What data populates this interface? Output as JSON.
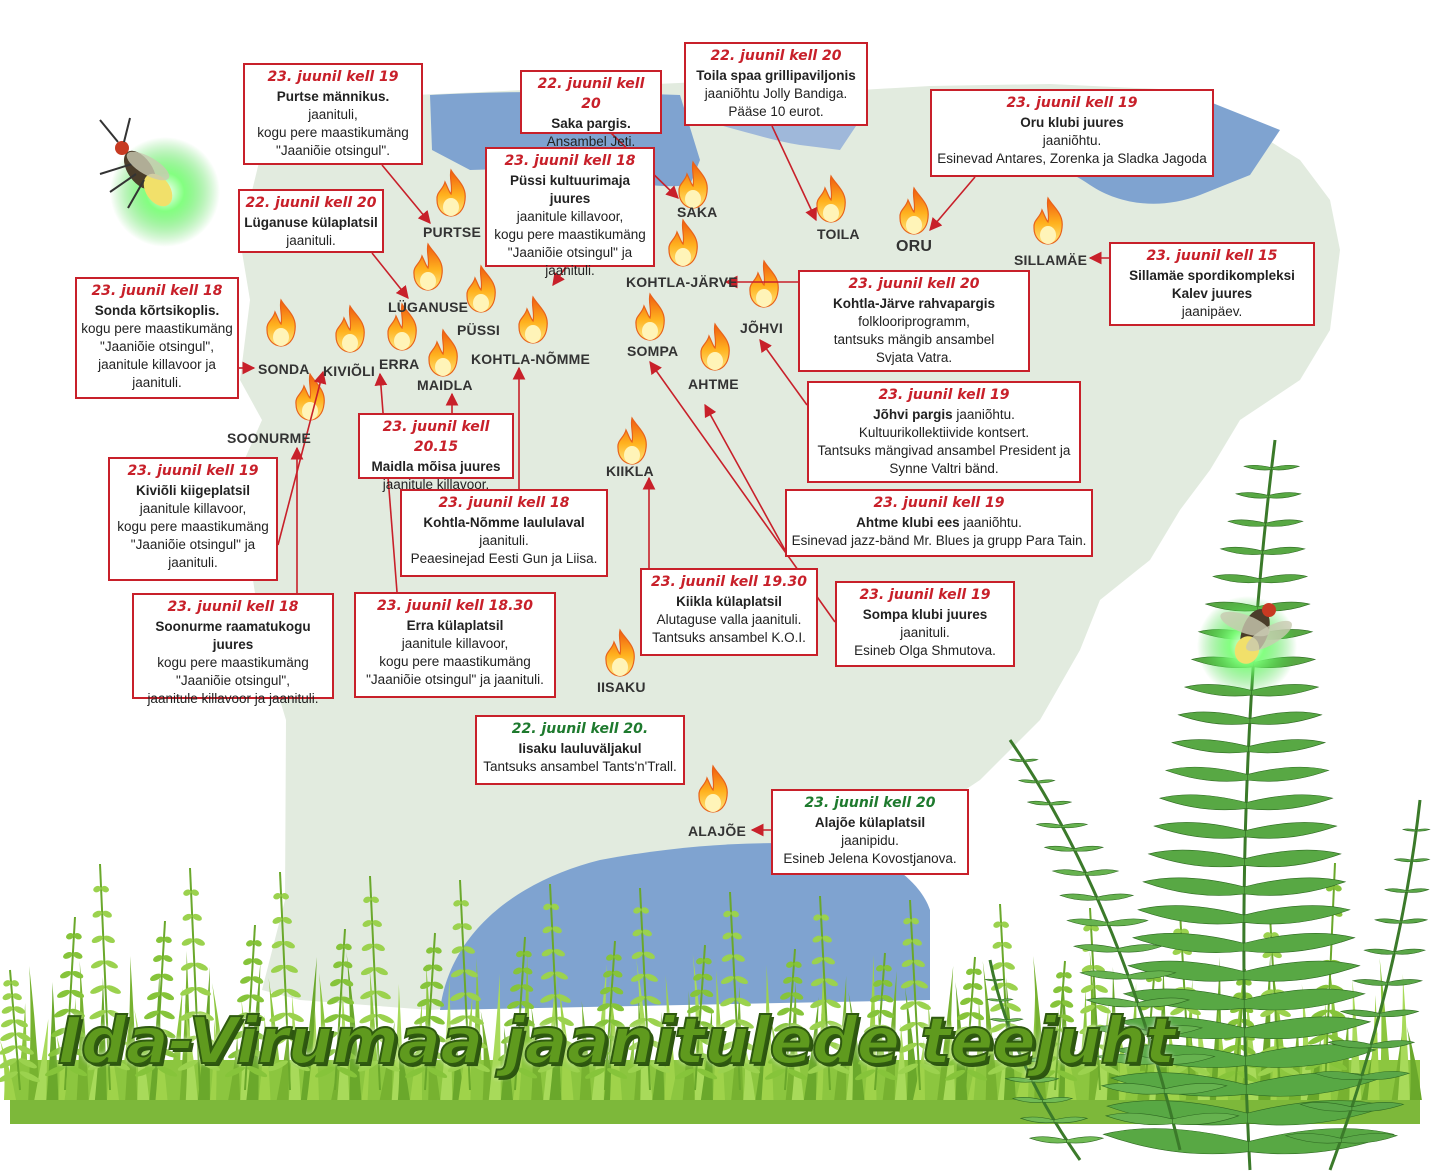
{
  "title": "Ida-Virumaa jaanitulede teejuht",
  "colors": {
    "land": "#e2ebdf",
    "water": "#7fa3d0",
    "accent_red": "#c8202a",
    "accent_green": "#1e7a2e",
    "grass": "#8cc63f",
    "fern": "#4f9a3a"
  },
  "icons": [
    "flame-icon",
    "firefly-icon",
    "fern-icon",
    "grass-icon"
  ],
  "towns": [
    {
      "id": "purtse",
      "label": "PURTSE"
    },
    {
      "id": "saka",
      "label": "SAKA"
    },
    {
      "id": "toila",
      "label": "TOILA"
    },
    {
      "id": "oru",
      "label": "ORU"
    },
    {
      "id": "sillamae",
      "label": "SILLAMÄE"
    },
    {
      "id": "luganuse",
      "label": "LÜGANUSE"
    },
    {
      "id": "pussi",
      "label": "PÜSSI"
    },
    {
      "id": "kohtla_jarve",
      "label": "KOHTLA-JÄRVE"
    },
    {
      "id": "johvi",
      "label": "JÕHVI"
    },
    {
      "id": "sonda",
      "label": "SONDA"
    },
    {
      "id": "kivioli",
      "label": "KIVIÕLI"
    },
    {
      "id": "erra",
      "label": "ERRA"
    },
    {
      "id": "maidla",
      "label": "MAIDLA"
    },
    {
      "id": "kohtla_nomme",
      "label": "KOHTLA-NÕMME"
    },
    {
      "id": "sompa",
      "label": "SOMPA"
    },
    {
      "id": "ahtme",
      "label": "AHTME"
    },
    {
      "id": "soonurme",
      "label": "SOONURME"
    },
    {
      "id": "kiikla",
      "label": "KIIKLA"
    },
    {
      "id": "iisaku",
      "label": "IISAKU"
    },
    {
      "id": "alajoe",
      "label": "ALAJÕE"
    }
  ],
  "events": [
    {
      "id": "purtse",
      "when": "23. juunil kell 19",
      "where": "Purtse männikus.",
      "desc": "jaanituli,\nkogu pere maastikumäng\n\"Jaaniõie otsingul\"."
    },
    {
      "id": "saka",
      "when": "22. juunil kell 20",
      "where": "Saka pargis.",
      "desc": "Ansambel Jeti."
    },
    {
      "id": "toila",
      "when": "22. juunil kell 20",
      "where": "Toila spaa grillipaviljonis",
      "desc": "jaaniõhtu Jolly Bandiga.\nPääse 10 eurot."
    },
    {
      "id": "oru",
      "when": "23. juunil kell 19",
      "where": "Oru klubi juures",
      "desc": "jaaniõhtu.\nEsinevad Antares, Zorenka ja Sladka Jagoda"
    },
    {
      "id": "pussi",
      "when": "23. juunil kell 18",
      "where": "Püssi kultuurimaja juures",
      "desc": "jaanitule killavoor,\nkogu pere maastikumäng\n\"Jaaniõie otsingul\" ja\njaanituli."
    },
    {
      "id": "luganuse",
      "when": "22. juunil kell 20",
      "where": "Lüganuse külaplatsil",
      "desc": "jaanituli."
    },
    {
      "id": "sillamae",
      "when": "23. juunil kell 15",
      "where": "Sillamäe spordikompleksi\nKalev juures",
      "desc": "jaanipäev."
    },
    {
      "id": "sonda",
      "when": "23. juunil kell 18",
      "where": "Sonda kõrtsikoplis.",
      "desc": "kogu pere maastikumäng\n\"Jaaniõie otsingul\",\njaanitule killavoor ja\njaanituli."
    },
    {
      "id": "kohtla_jarve",
      "when": "23. juunil kell 20",
      "where": "Kohtla-Järve rahvapargis",
      "desc": "folklooriprogramm,\ntantsuks mängib ansambel\nSvjata Vatra."
    },
    {
      "id": "johvi",
      "when": "23. juunil kell 19",
      "where": "Jõhvi pargis",
      "desc_inline": " jaaniõhtu.",
      "desc": "Kultuurikollektiivide kontsert.\nTantsuks mängivad ansambel President ja\nSynne Valtri bänd."
    },
    {
      "id": "maidla",
      "when": "23. juunil kell 20.15",
      "where": "Maidla mõisa juures",
      "desc": "jaanitule killavoor."
    },
    {
      "id": "kivioli",
      "when": "23. juunil kell 19",
      "where": "Kiviõli kiigeplatsil",
      "desc": "jaanitule killavoor,\nkogu pere maastikumäng\n\"Jaaniõie otsingul\" ja\njaanituli."
    },
    {
      "id": "kohtla_nomme",
      "when": "23. juunil kell 18",
      "where": "Kohtla-Nõmme laululaval",
      "desc": "jaanituli.\nPeaesinejad Eesti Gun ja Liisa."
    },
    {
      "id": "ahtme",
      "when": "23. juunil kell 19",
      "where": "Ahtme klubi ees",
      "desc_inline": "  jaaniõhtu.",
      "desc": "Esinevad jazz-bänd Mr. Blues ja grupp Para Tain."
    },
    {
      "id": "kiikla",
      "when": "23. juunil kell 19.30",
      "where": "Kiikla külaplatsil",
      "desc": "Alutaguse valla jaanituli.\nTantsuks ansambel K.O.I."
    },
    {
      "id": "soonurme",
      "when": "23. juunil kell 18",
      "where": "Soonurme raamatukogu juures",
      "desc": "kogu pere maastikumäng\n\"Jaaniõie otsingul\",\njaanitule killavoor ja jaanituli."
    },
    {
      "id": "erra",
      "when": "23. juunil kell 18.30",
      "where": "Erra külaplatsil",
      "desc": "jaanitule killavoor,\nkogu pere maastikumäng\n\"Jaaniõie otsingul\" ja jaanituli."
    },
    {
      "id": "sompa",
      "when": "23. juunil kell 19",
      "where": "Sompa klubi juures",
      "desc": "jaanituli.\nEsineb Olga Shmutova."
    },
    {
      "id": "iisaku",
      "when": "22. juunil kell 20.",
      "where": "Iisaku lauluväljakul",
      "desc": "Tantsuks ansambel Tants'n'Trall.",
      "green": true
    },
    {
      "id": "alajoe",
      "when": "23. juunil kell 20",
      "where": "Alajõe külaplatsil",
      "desc": "jaanipidu.\nEsineb Jelena Kovostjanova.",
      "green": true
    }
  ]
}
